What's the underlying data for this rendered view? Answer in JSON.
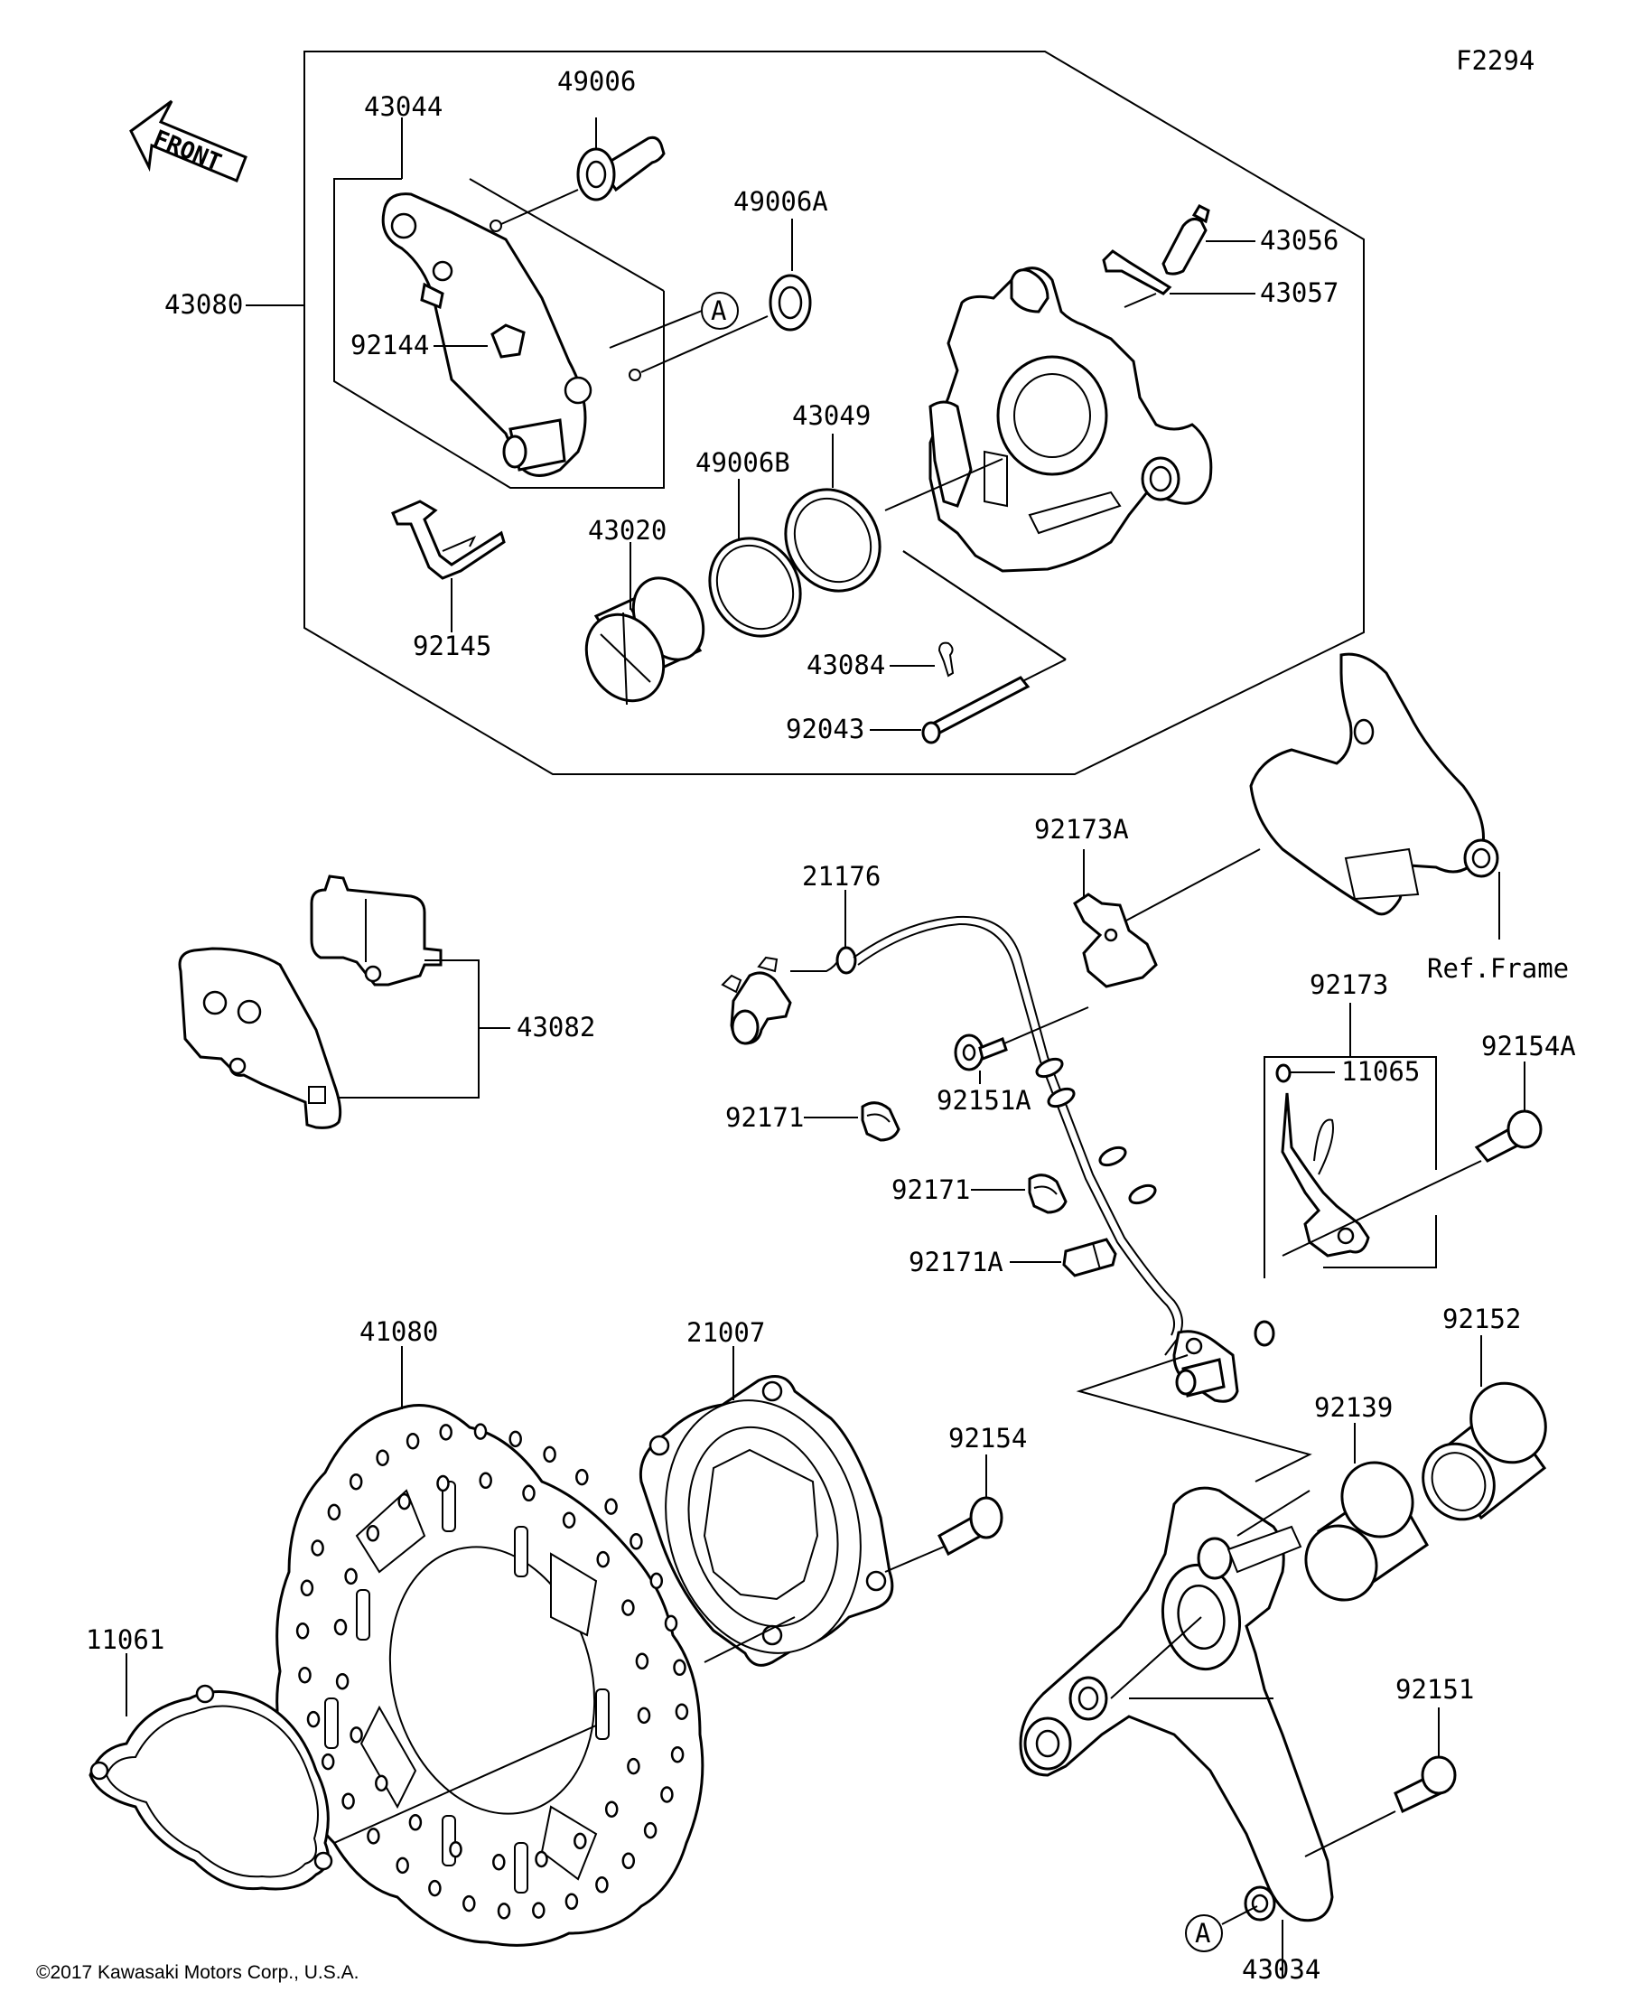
{
  "sheet": {
    "id": "F2294",
    "copyright": "©2017 Kawasaki Motors Corp., U.S.A."
  },
  "front_arrow": {
    "label": "FRONT"
  },
  "reference_marks": [
    "A",
    "A"
  ],
  "labels": {
    "p43044": "43044",
    "p49006": "49006",
    "p49006A": "49006A",
    "p43056": "43056",
    "p43057": "43057",
    "p43080": "43080",
    "p92144": "92144",
    "p43049": "43049",
    "p49006B": "49006B",
    "p43020": "43020",
    "p92145": "92145",
    "p43084": "43084",
    "p92043": "92043",
    "p92173A": "92173A",
    "p21176": "21176",
    "pRefFrame": "Ref.Frame",
    "p92173": "92173",
    "p92154A": "92154A",
    "p11065": "11065",
    "p43082": "43082",
    "p92151A": "92151A",
    "p92171a": "92171",
    "p92171b": "92171",
    "p92171A": "92171A",
    "p41080": "41080",
    "p21007": "21007",
    "p92154": "92154",
    "p92152": "92152",
    "p92139": "92139",
    "p11061": "11061",
    "p92151": "92151",
    "p43034": "43034"
  }
}
